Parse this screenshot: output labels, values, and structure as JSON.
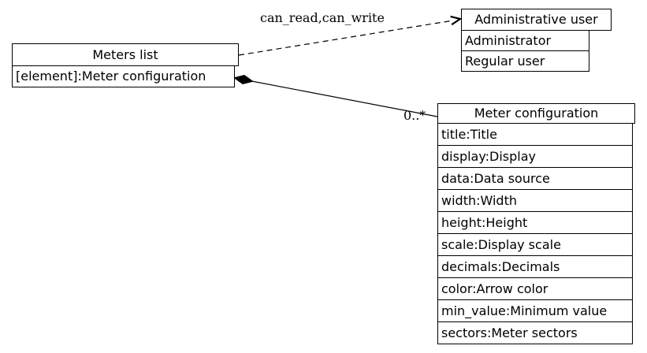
{
  "diagram": {
    "background_color": "#ffffff",
    "line_color": "#000000",
    "node_fill_color": "#ffffff",
    "nodes": {
      "meters_list": {
        "title": "Meters list",
        "attributes": [
          "[element]:Meter configuration"
        ]
      },
      "administrative_user": {
        "title": "Administrative user",
        "attributes": [
          "Administrator",
          "Regular user"
        ]
      },
      "meter_configuration": {
        "title": "Meter configuration",
        "attributes": [
          "title:Title",
          "display:Display",
          "data:Data source",
          "width:Width",
          "height:Height",
          "scale:Display scale",
          "decimals:Decimals",
          "color:Arrow color",
          "min_value:Minimum value",
          "sectors:Meter sectors"
        ]
      }
    },
    "edges": [
      {
        "from": "meters_list",
        "to": "administrative_user",
        "style": "dashed",
        "arrowhead": "vee",
        "label": "can_read,can_write"
      },
      {
        "from": "meters_list",
        "to": "meter_configuration",
        "style": "solid",
        "arrowtail": "filled-diamond",
        "label": "0..*"
      }
    ]
  }
}
